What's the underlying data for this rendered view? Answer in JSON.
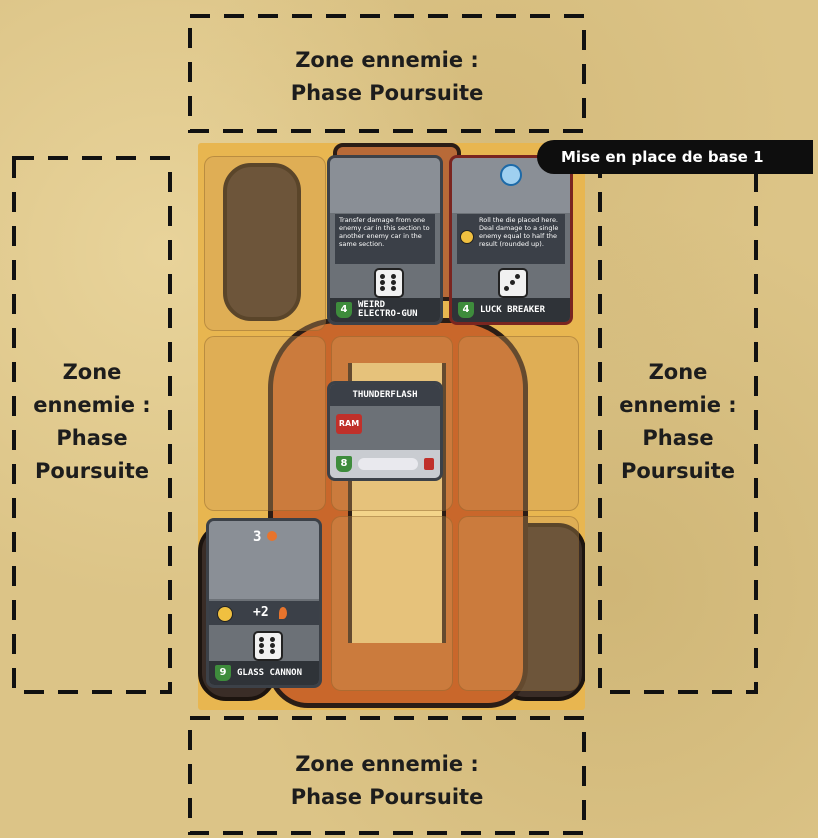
{
  "zones": {
    "top": {
      "line1": "Zone ennemie :",
      "line2": "Phase Poursuite"
    },
    "bottom": {
      "line1": "Zone ennemie :",
      "line2": "Phase Poursuite"
    },
    "left": {
      "line1": "Zone",
      "line2": "ennemie :",
      "line3": "Phase",
      "line4": "Poursuite"
    },
    "right": {
      "line1": "Zone",
      "line2": "ennemie :",
      "line3": "Phase",
      "line4": "Poursuite"
    }
  },
  "badge": {
    "label": "Mise en place de base 1"
  },
  "cards": {
    "weird_gun": {
      "text": "Transfer damage from one enemy car in this section to another enemy car in the same section.",
      "level": "4",
      "name_line1": "WEIRD",
      "name_line2": "ELECTRO-GUN"
    },
    "luck_breaker": {
      "text": "Roll the die placed here. Deal damage to a single enemy equal to half the result (rounded up).",
      "level": "4",
      "name": "LUCK BREAKER"
    },
    "thunderflash": {
      "title": "THUNDERFLASH",
      "tag": "RAM",
      "level": "8"
    },
    "glass_cannon": {
      "value": "3",
      "bonus": "+2",
      "level": "9",
      "name": "GLASS CANNON"
    }
  },
  "colors": {
    "background": "#dcc487",
    "board": "#e8b650",
    "car": "#c9672b",
    "card": "#6c7177",
    "level": "#3e8c3c",
    "badge": "#0e0e0e"
  }
}
